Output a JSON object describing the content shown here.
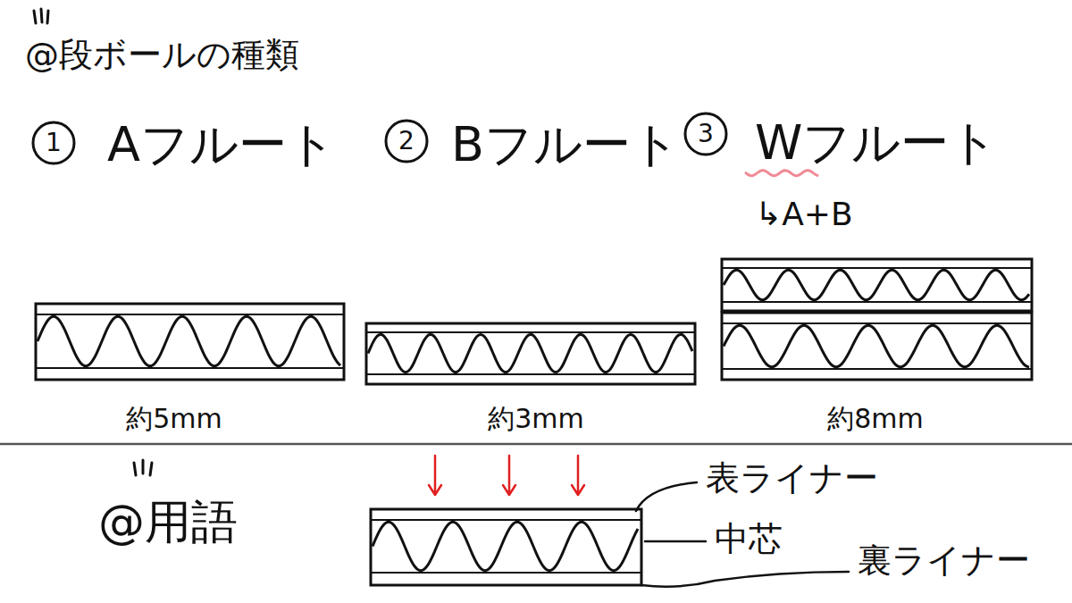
{
  "diagram": {
    "title": "@段ボールの種類",
    "labels": [
      "1",
      "Aフルート",
      "2",
      "Bフルート",
      "3",
      "Wフルート",
      "↳A+B",
      "約5mm",
      "約3mm",
      "約8mm",
      "@用語",
      "表ライナー",
      "中芯",
      "裏ライナー"
    ]
  }
}
